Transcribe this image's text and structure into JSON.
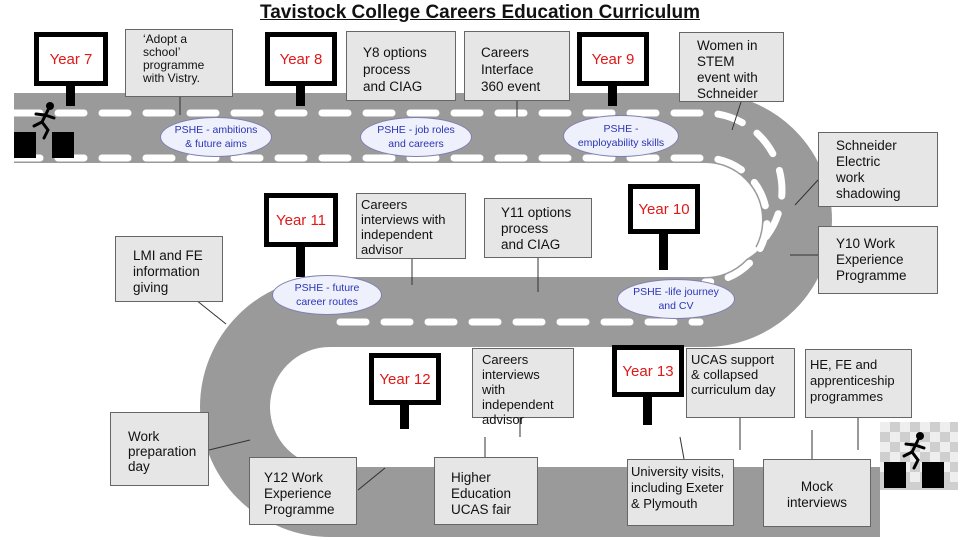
{
  "title": "Tavistock College Careers Education Curriculum",
  "colors": {
    "road": "#9a9a9a",
    "dash": "#ffffff",
    "year_text": "#e01818",
    "pshe_text": "#2b35b5",
    "box_fill": "#e6e6e6"
  },
  "years": [
    "Year 7",
    "Year 8",
    "Year 9",
    "Year 10",
    "Year 11",
    "Year 12",
    "Year 13"
  ],
  "pshe": [
    "PSHE - ambitions\n& future aims",
    "PSHE - job roles\nand careers",
    "PSHE -\nemployability skills",
    "PSHE - future\ncareer routes",
    "PSHE -life journey\nand CV"
  ],
  "events": [
    "‘Adopt a\nschool’\nprogramme\nwith Vistry.",
    "Y8 options\nprocess\nand CIAG",
    "Careers\nInterface\n360 event",
    "Women in\nSTEM\nevent with\nSchneider",
    "Schneider\nElectric\nwork\nshadowing",
    "Y10 Work\nExperience\nProgramme",
    "Y11 options\nprocess\nand CIAG",
    "Careers\ninterviews with\nindependent\nadvisor",
    "LMI and FE\ninformation\ngiving",
    "Work\npreparation\nday",
    "Y12 Work\nExperience\nProgramme",
    "Higher\nEducation\nUCAS fair",
    "Careers\ninterviews with\nindependent\nadvisor",
    "University visits,\nincluding Exeter\n& Plymouth",
    "UCAS support\n& collapsed\ncurriculum day",
    "Mock\ninterviews",
    "HE, FE and\napprenticeship\nprogrammes"
  ],
  "icons": {
    "start": "runner-jumping-gap-icon",
    "finish": "runner-finish-flag-icon"
  }
}
